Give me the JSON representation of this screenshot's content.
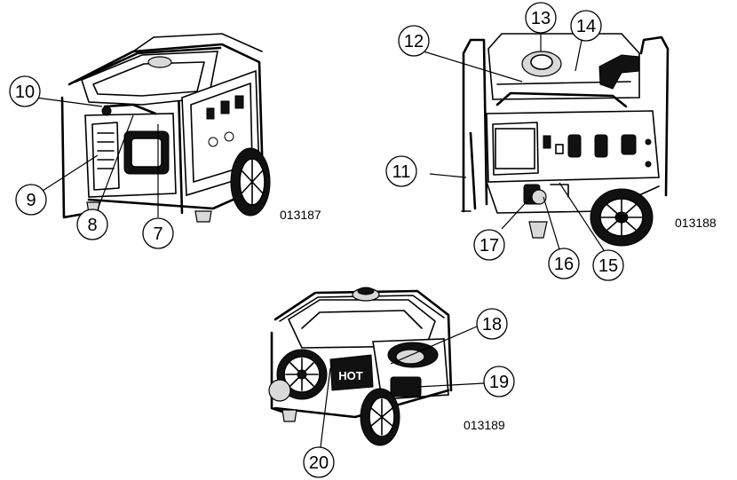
{
  "figures": [
    {
      "id": "fig-front",
      "code": "013187",
      "callouts": [
        "7",
        "8",
        "9",
        "10"
      ]
    },
    {
      "id": "fig-panel",
      "code": "013188",
      "callouts": [
        "11",
        "12",
        "13",
        "14",
        "15",
        "16",
        "17"
      ]
    },
    {
      "id": "fig-rear",
      "code": "013189",
      "callouts": [
        "18",
        "19",
        "20"
      ],
      "hot_label": "HOT"
    }
  ]
}
